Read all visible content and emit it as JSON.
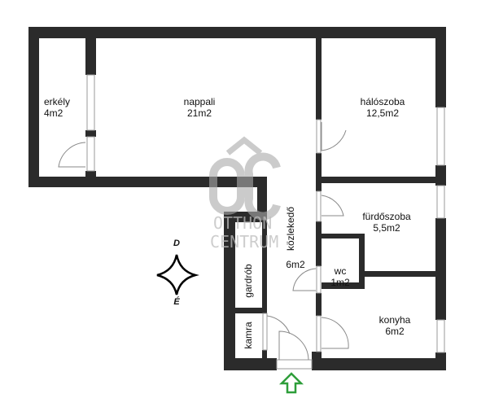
{
  "rooms": {
    "erkely": {
      "name": "erkély",
      "area": "4m2"
    },
    "nappali": {
      "name": "nappali",
      "area": "21m2"
    },
    "haloszoba": {
      "name": "hálószoba",
      "area": "12,5m2"
    },
    "furdoszoba": {
      "name": "fürdőszoba",
      "area": "5,5m2"
    },
    "wc": {
      "name": "wc",
      "area": "1m2"
    },
    "konyha": {
      "name": "konyha",
      "area": "6m2"
    },
    "kozlekedo": {
      "name": "közlekedő",
      "area": "6m2"
    },
    "gardrob": {
      "name": "gardrób"
    },
    "kamra": {
      "name": "kamra"
    }
  },
  "compass": {
    "top": "D",
    "bottom": "É"
  },
  "watermark": {
    "logo": "OC",
    "line1": "OTTHON",
    "line2": "CENTRUM"
  },
  "colors": {
    "wall": "#2b2b2b",
    "entrance_arrow": "#2e9e3a"
  }
}
